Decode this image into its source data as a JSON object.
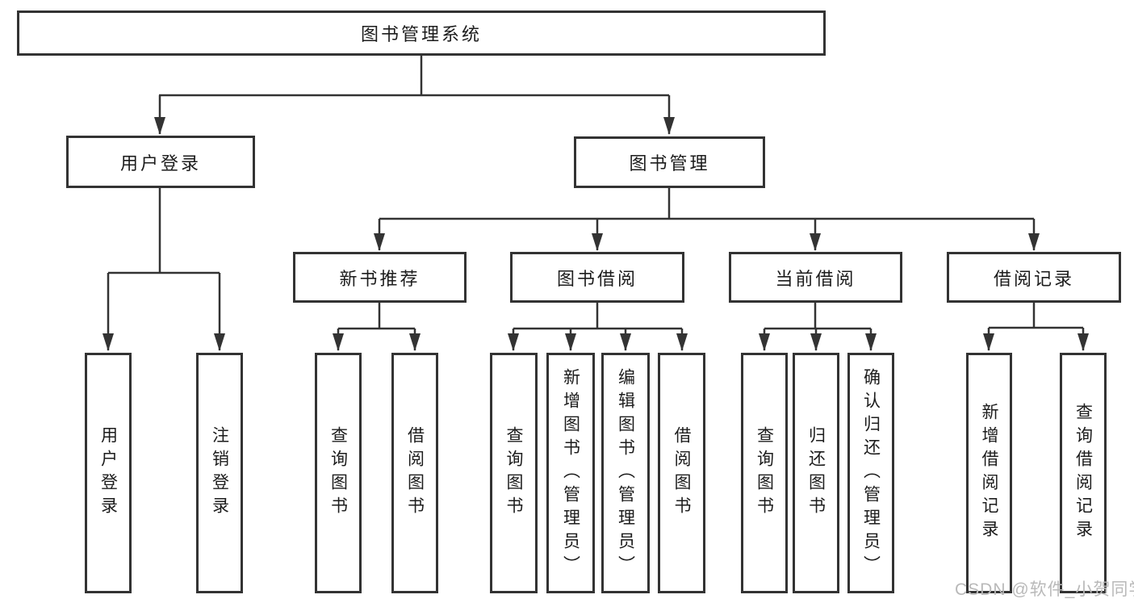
{
  "tree": {
    "root": {
      "label": "图书管理系统"
    },
    "level2": [
      {
        "label": "用户登录",
        "children": [
          {
            "label": "用户登录"
          },
          {
            "label": "注销登录"
          }
        ]
      },
      {
        "label": "图书管理",
        "children": [
          {
            "label": "新书推荐",
            "children": [
              {
                "label": "查询图书"
              },
              {
                "label": "借阅图书"
              }
            ]
          },
          {
            "label": "图书借阅",
            "children": [
              {
                "label": "查询图书"
              },
              {
                "label": "新增图书（管理员）"
              },
              {
                "label": "编辑图书（管理员）"
              },
              {
                "label": "借阅图书"
              }
            ]
          },
          {
            "label": "当前借阅",
            "children": [
              {
                "label": "查询图书"
              },
              {
                "label": "归还图书"
              },
              {
                "label": "确认归还（管理员）"
              }
            ]
          },
          {
            "label": "借阅记录",
            "children": [
              {
                "label": "新增借阅记录"
              },
              {
                "label": "查询借阅记录"
              }
            ]
          }
        ]
      }
    ]
  },
  "watermark": {
    "text": "CSDN @软件_小贺同学",
    "color": "#b9b9b9"
  },
  "colors": {
    "line": "#333333",
    "text": "#1c1c1c",
    "background": "#ffffff"
  }
}
